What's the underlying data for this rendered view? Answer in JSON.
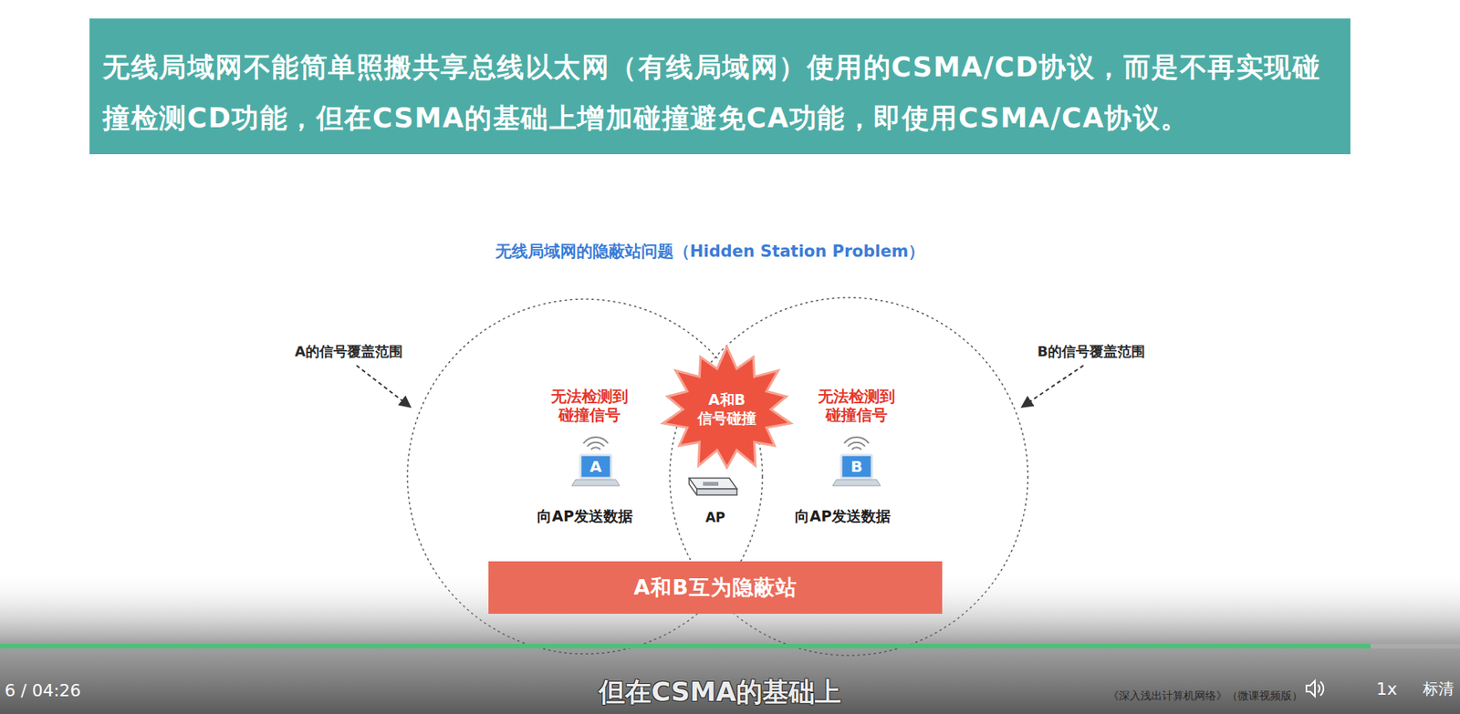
{
  "diagram": {
    "title": "无线局域网的隐蔽站问题（Hidden Station Problem）",
    "nodes": [
      {
        "text": [
          "无线局域网不能简单照搬共享总线以太网（有线局域网）使用的CSMA/CD协议，而是不再实现碰撞检测CD功能，但在CSMA的基础上增加碰撞避免CA功能，即使用CSMA/CA协议。"
        ]
      },
      {
        "text": [
          "A和B 信号碰撞"
        ]
      },
      {
        "text": [
          "A和B互为隐蔽站"
        ]
      }
    ],
    "labels": [
      "A的信号覆盖范围",
      "B的信号覆盖范围",
      "无法检测到 碰撞信号",
      "无法检测到 碰撞信号",
      "A",
      "B",
      "向AP发送数据",
      "AP",
      "向AP发送数据",
      "6 / 04:26",
      "但在CSMA的基础上",
      "《深入浅出计算机网络》（微课视频版）",
      "1x",
      "标清"
    ]
  }
}
